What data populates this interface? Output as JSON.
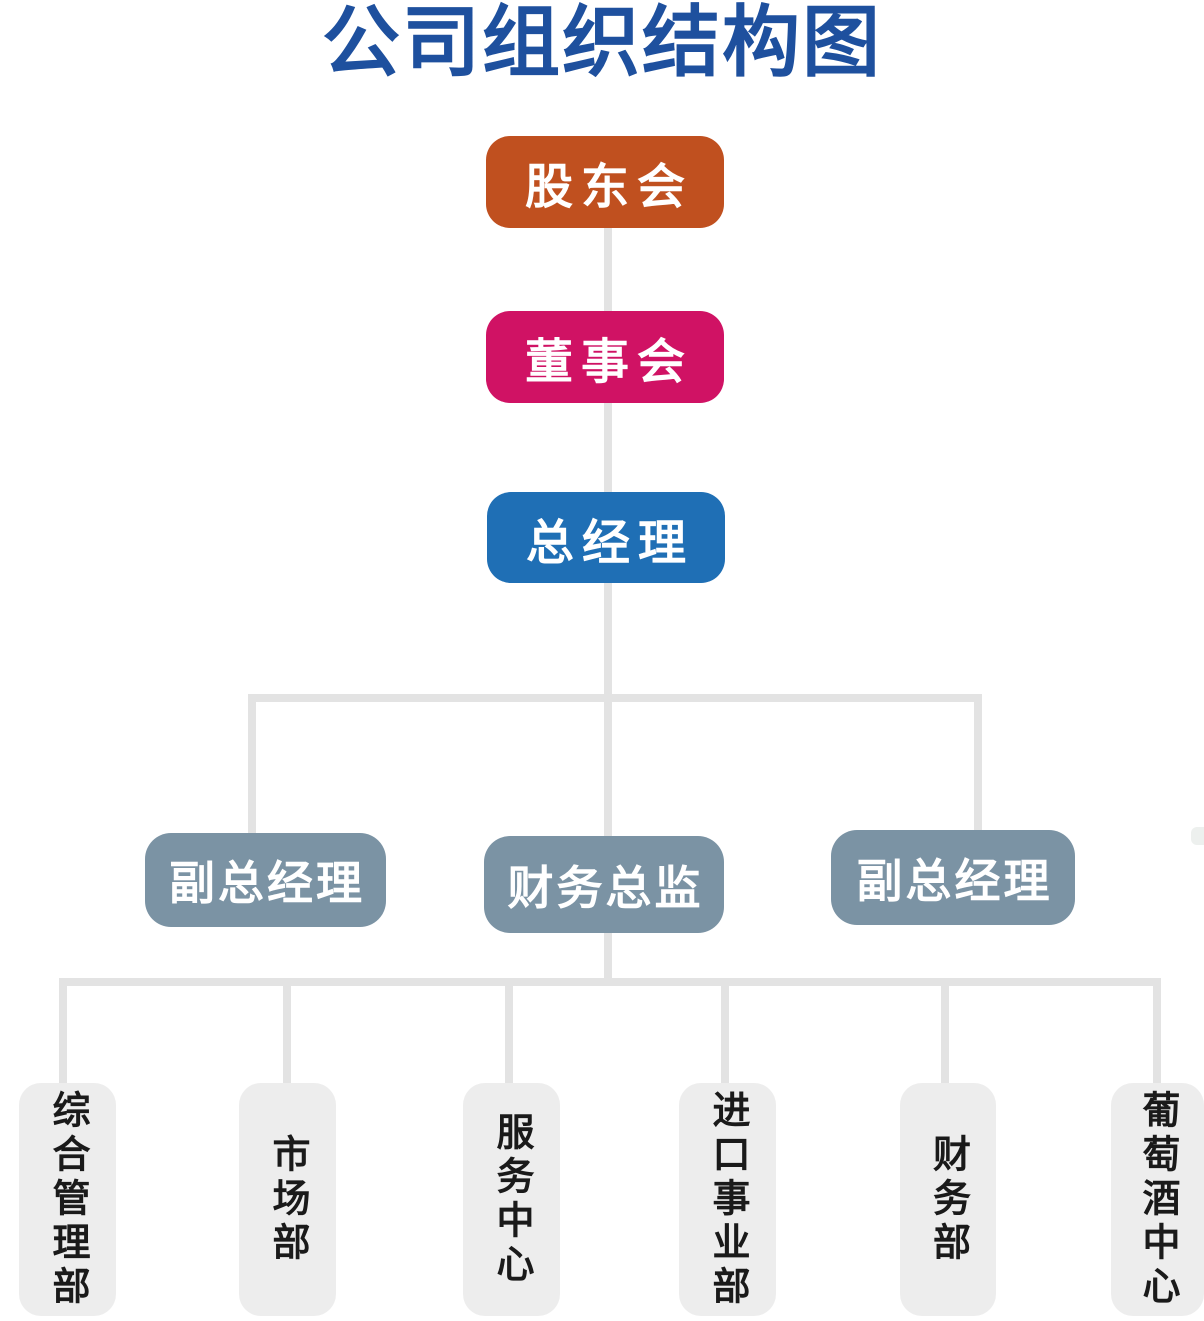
{
  "title": {
    "text": "公司组织结构图"
  },
  "colors": {
    "title": "#1e509e",
    "shareholders_box": "#c0501f",
    "board_box": "#d01264",
    "gm_box": "#1f6fb5",
    "mid_box": "#7b93a4",
    "dept_box": "#ededed",
    "dept_text": "#1a1a1a",
    "connector_line": "#e3e3e3",
    "box_text": "#ffffff"
  },
  "nodes": {
    "level1": {
      "label": "股东会"
    },
    "level2": {
      "label": "董事会"
    },
    "level3": {
      "label": "总经理"
    },
    "level4": [
      {
        "label": "副总经理"
      },
      {
        "label": "财务总监"
      },
      {
        "label": "副总经理"
      }
    ],
    "level5": [
      {
        "label": "综合管理部"
      },
      {
        "label": "市场部"
      },
      {
        "label": "服务中心"
      },
      {
        "label": "进口事业部"
      },
      {
        "label": "财务部"
      },
      {
        "label": "葡萄酒中心"
      }
    ]
  }
}
